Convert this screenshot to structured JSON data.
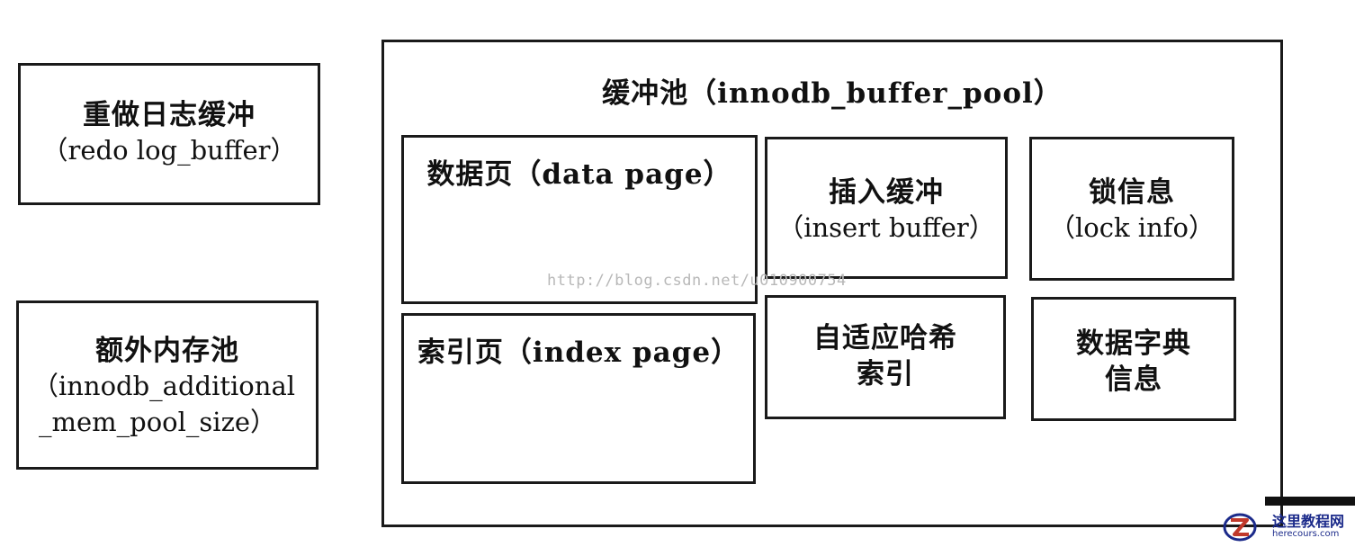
{
  "redo_log_buffer": {
    "title": "重做日志缓冲",
    "subtitle": "（redo log_buffer）"
  },
  "additional_mem_pool": {
    "title": "额外内存池",
    "line2": "（innodb_additional",
    "line3": "_mem_pool_size）"
  },
  "buffer_pool": {
    "title": "缓冲池（innodb_buffer_pool）",
    "data_page": "数据页（data page）",
    "index_page": "索引页（index page）",
    "insert_buffer": {
      "title": "插入缓冲",
      "subtitle": "（insert buffer）"
    },
    "lock_info": {
      "title": "锁信息",
      "subtitle": "（lock info）"
    },
    "adaptive_hash_index": {
      "line1": "自适应哈希",
      "line2": "索引"
    },
    "data_dictionary": {
      "line1": "数据字典",
      "line2": "信息"
    }
  },
  "watermark": "http://blog.csdn.net/u010900754",
  "logo": {
    "name": "这里教程网",
    "url": "herecours.com",
    "icon": "z-logo-icon",
    "color": "#1b2a8a",
    "accent": "#c0392b"
  }
}
